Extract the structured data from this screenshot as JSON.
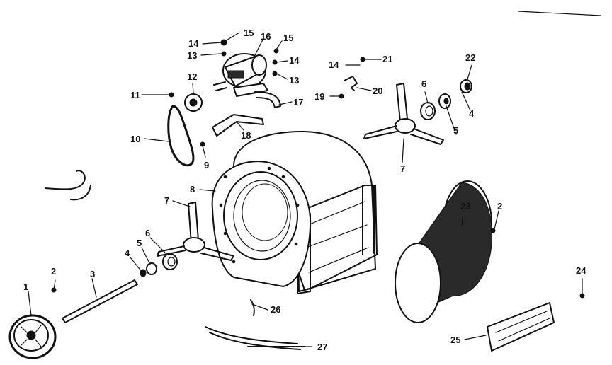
{
  "diagram": {
    "colors": {
      "ink": "#111111",
      "paper": "#ffffff"
    },
    "labels": {
      "pulley": "1",
      "screw_left": "2",
      "screw_right": "2",
      "shaft": "3",
      "washer_left": "4",
      "washer_right": "4",
      "collar_left": "5",
      "collar_right": "5",
      "bearing_left": "6",
      "bearing_right": "6",
      "bracket_left": "7",
      "bracket_right": "7",
      "housing": "8",
      "bolt_belt": "9",
      "belt": "10",
      "key": "11",
      "motor_pulley": "12",
      "nut_left": "13",
      "nut_right": "13",
      "washer_top_left": "14",
      "washer_top_right": "14",
      "washer_top_mid": "14",
      "bolt_top_left": "15",
      "bolt_top_right": "15",
      "motor": "16",
      "motor_mount": "17",
      "mount_bracket": "18",
      "screw_clip": "19",
      "clip": "20",
      "screw_top": "21",
      "collar_top": "22",
      "wheel": "23",
      "screw_plate": "24",
      "plate": "25",
      "wire_clip": "26",
      "rail": "27"
    }
  }
}
